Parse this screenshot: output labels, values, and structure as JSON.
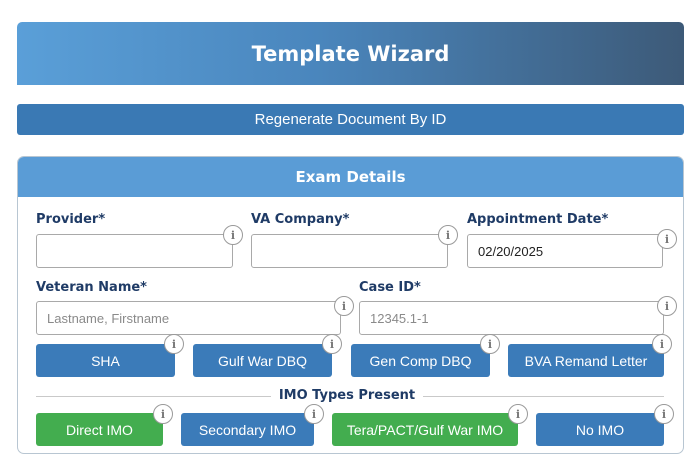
{
  "header": {
    "title": "Template Wizard"
  },
  "regenerate_button": {
    "label": "Regenerate Document By ID"
  },
  "exam_details": {
    "title": "Exam Details",
    "provider": {
      "label": "Provider*",
      "value": ""
    },
    "va_company": {
      "label": "VA Company*",
      "value": ""
    },
    "appointment_date": {
      "label": "Appointment Date*",
      "value": "02/20/2025"
    },
    "veteran_name": {
      "label": "Veteran Name*",
      "placeholder": "Lastname, Firstname"
    },
    "case_id": {
      "label": "Case ID*",
      "placeholder": "12345.1-1"
    },
    "info_glyph": "i",
    "template_buttons": [
      "SHA",
      "Gulf War DBQ",
      "Gen Comp DBQ",
      "BVA Remand Letter"
    ],
    "imo_section": {
      "title": "IMO Types Present",
      "buttons": [
        "Direct IMO",
        "Secondary IMO",
        "Tera/PACT/Gulf War IMO",
        "No IMO"
      ]
    }
  },
  "colors": {
    "primary_blue": "#3b7bb9",
    "selected_green": "#43ad4f",
    "panel_header": "#5a9cd6",
    "label_text": "#1f3b66"
  }
}
